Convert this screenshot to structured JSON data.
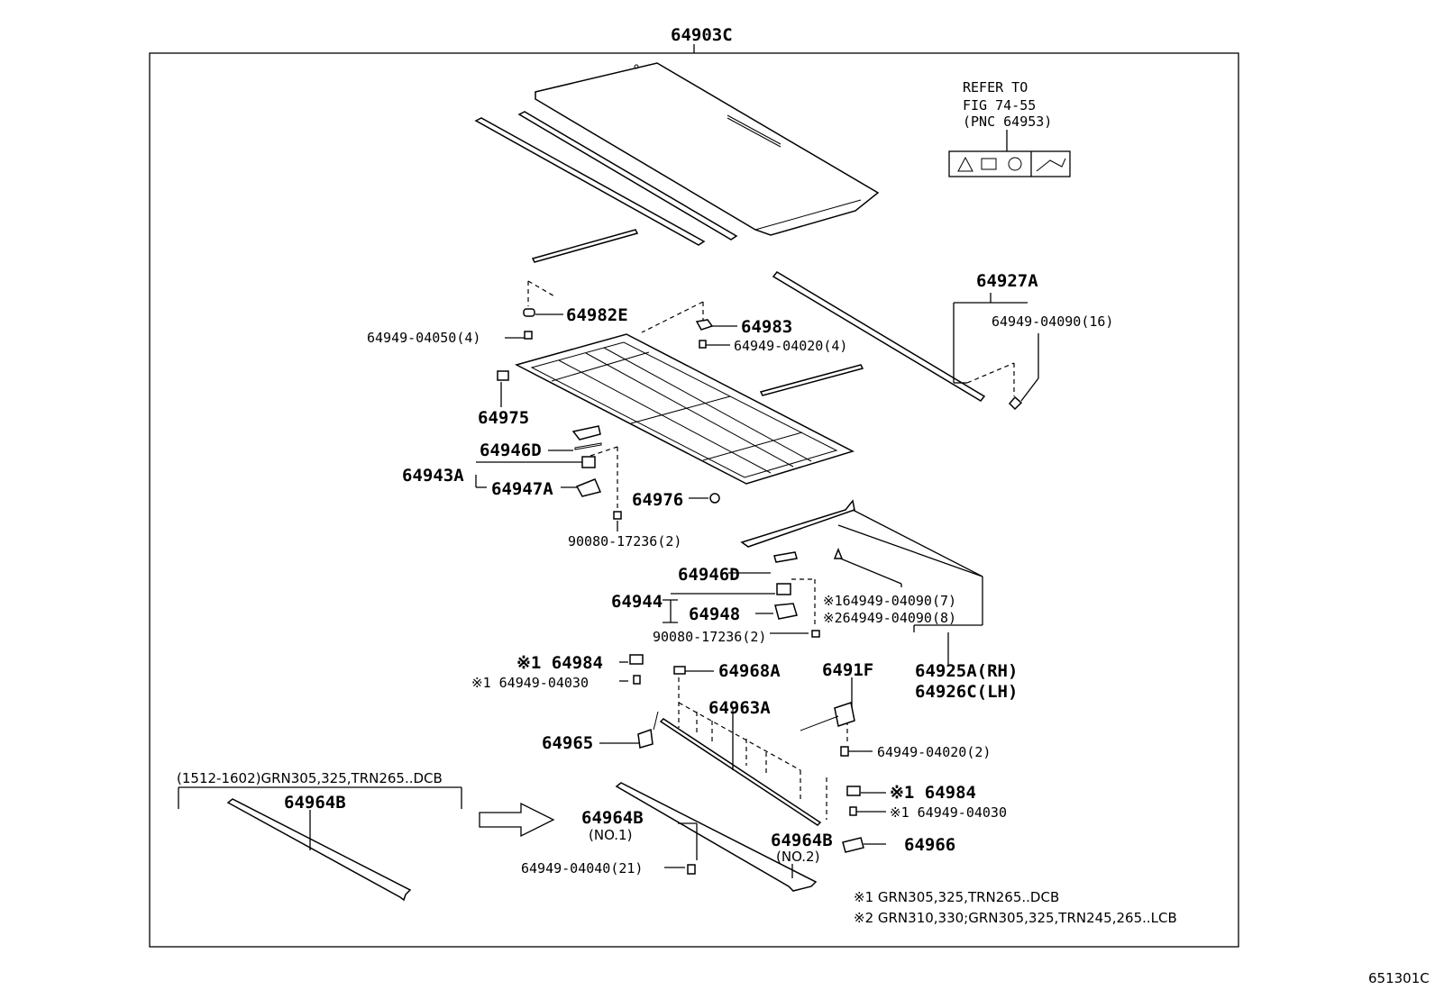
{
  "frame_label": "64903C",
  "figure_number": "651301C",
  "refer_box": {
    "line1": "REFER TO",
    "line2": "FIG 74-55",
    "line3": "(PNC 64953)"
  },
  "labels": {
    "p64982E": "64982E",
    "p64949_04050": "64949-04050(4)",
    "p64983": "64983",
    "p64949_04020_4": "64949-04020(4)",
    "p64927A": "64927A",
    "p64949_04090_16": "64949-04090(16)",
    "p64975": "64975",
    "p64946D_a": "64946D",
    "p64943A": "64943A",
    "p64947A": "64947A",
    "p64976": "64976",
    "p90080_a": "90080-17236(2)",
    "p64946D_b": "64946D",
    "p64944": "64944",
    "p64948": "64948",
    "p90080_b": "90080-17236(2)",
    "p1_64949_04090_7": "※164949-04090(7)",
    "p2_64949_04090_8": "※264949-04090(8)",
    "p64925A": "64925A(RH)",
    "p64926C": "64926C(LH)",
    "p64984_a": "※1 64984",
    "p64949_04030_a": "※1 64949-04030",
    "p64968A": "64968A",
    "p6491F": "6491F",
    "p64963A": "64963A",
    "p64965": "64965",
    "p64949_04020_2": "64949-04020(2)",
    "p64984_b": "※1 64984",
    "p64949_04030_b": "※1 64949-04030",
    "variant_range": "(1512-1602)GRN305,325,TRN265..DCB",
    "p64964B_left": "64964B",
    "p64964B_no1": "64964B",
    "no1": "(NO.1)",
    "p64964B_no2": "64964B",
    "no2": "(NO.2)",
    "p64966": "64966",
    "p64949_04040": "64949-04040(21)"
  },
  "notes": [
    "※1 GRN305,325,TRN265..DCB",
    "※2 GRN310,330;GRN305,325,TRN245,265..LCB"
  ]
}
